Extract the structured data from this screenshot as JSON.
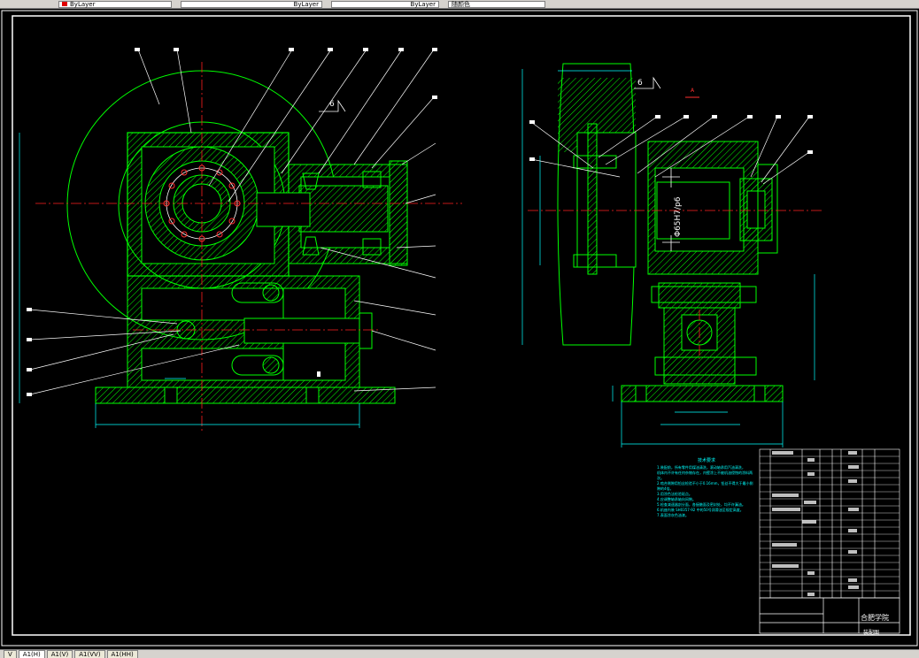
{
  "toolbar": {
    "layer_value": "ByLayer",
    "linetype_value": "ByLayer",
    "lineweight_value": "ByLayer",
    "plotstyle_value": "随颜色"
  },
  "drawing": {
    "label_6_top": "6",
    "label_6_right": "6",
    "fit_label": "Φ65H7/p6",
    "arrow_a": "A",
    "notes_title": "技术要求",
    "notes_lines": [
      "1.装配前，所有零件用煤油清洗，滚动轴承用汽油清洗，",
      "机体内不许有任何杂物存在，内壁涂上不被机油侵蚀的涂料两次。",
      "2.啮合侧隙用铅丝检验不小于0.16mm，铅丝不得大于最小侧隙的4倍。",
      "3.用涂色法检验斑点。",
      "4.应调整轴承轴向间隙。",
      "5.检查减速器剖分面，各接触面及密封处，均不许漏油。",
      "6.机座内装 SH0357-92 中的50号润滑油至规定高度。",
      "7.表面涂灰色油漆。"
    ],
    "title_school": "合肥学院",
    "title_name": "装配图"
  },
  "tabs": [
    "V",
    "A1(H)",
    "A1(V)",
    "A1(VV)",
    "A1(HH)"
  ],
  "colors": {
    "outline": "#00ff00",
    "hatch": "#00ff00",
    "center": "#ff0000",
    "dimension": "#00ffff",
    "leader": "#ffffff",
    "frame": "#ffffff"
  }
}
